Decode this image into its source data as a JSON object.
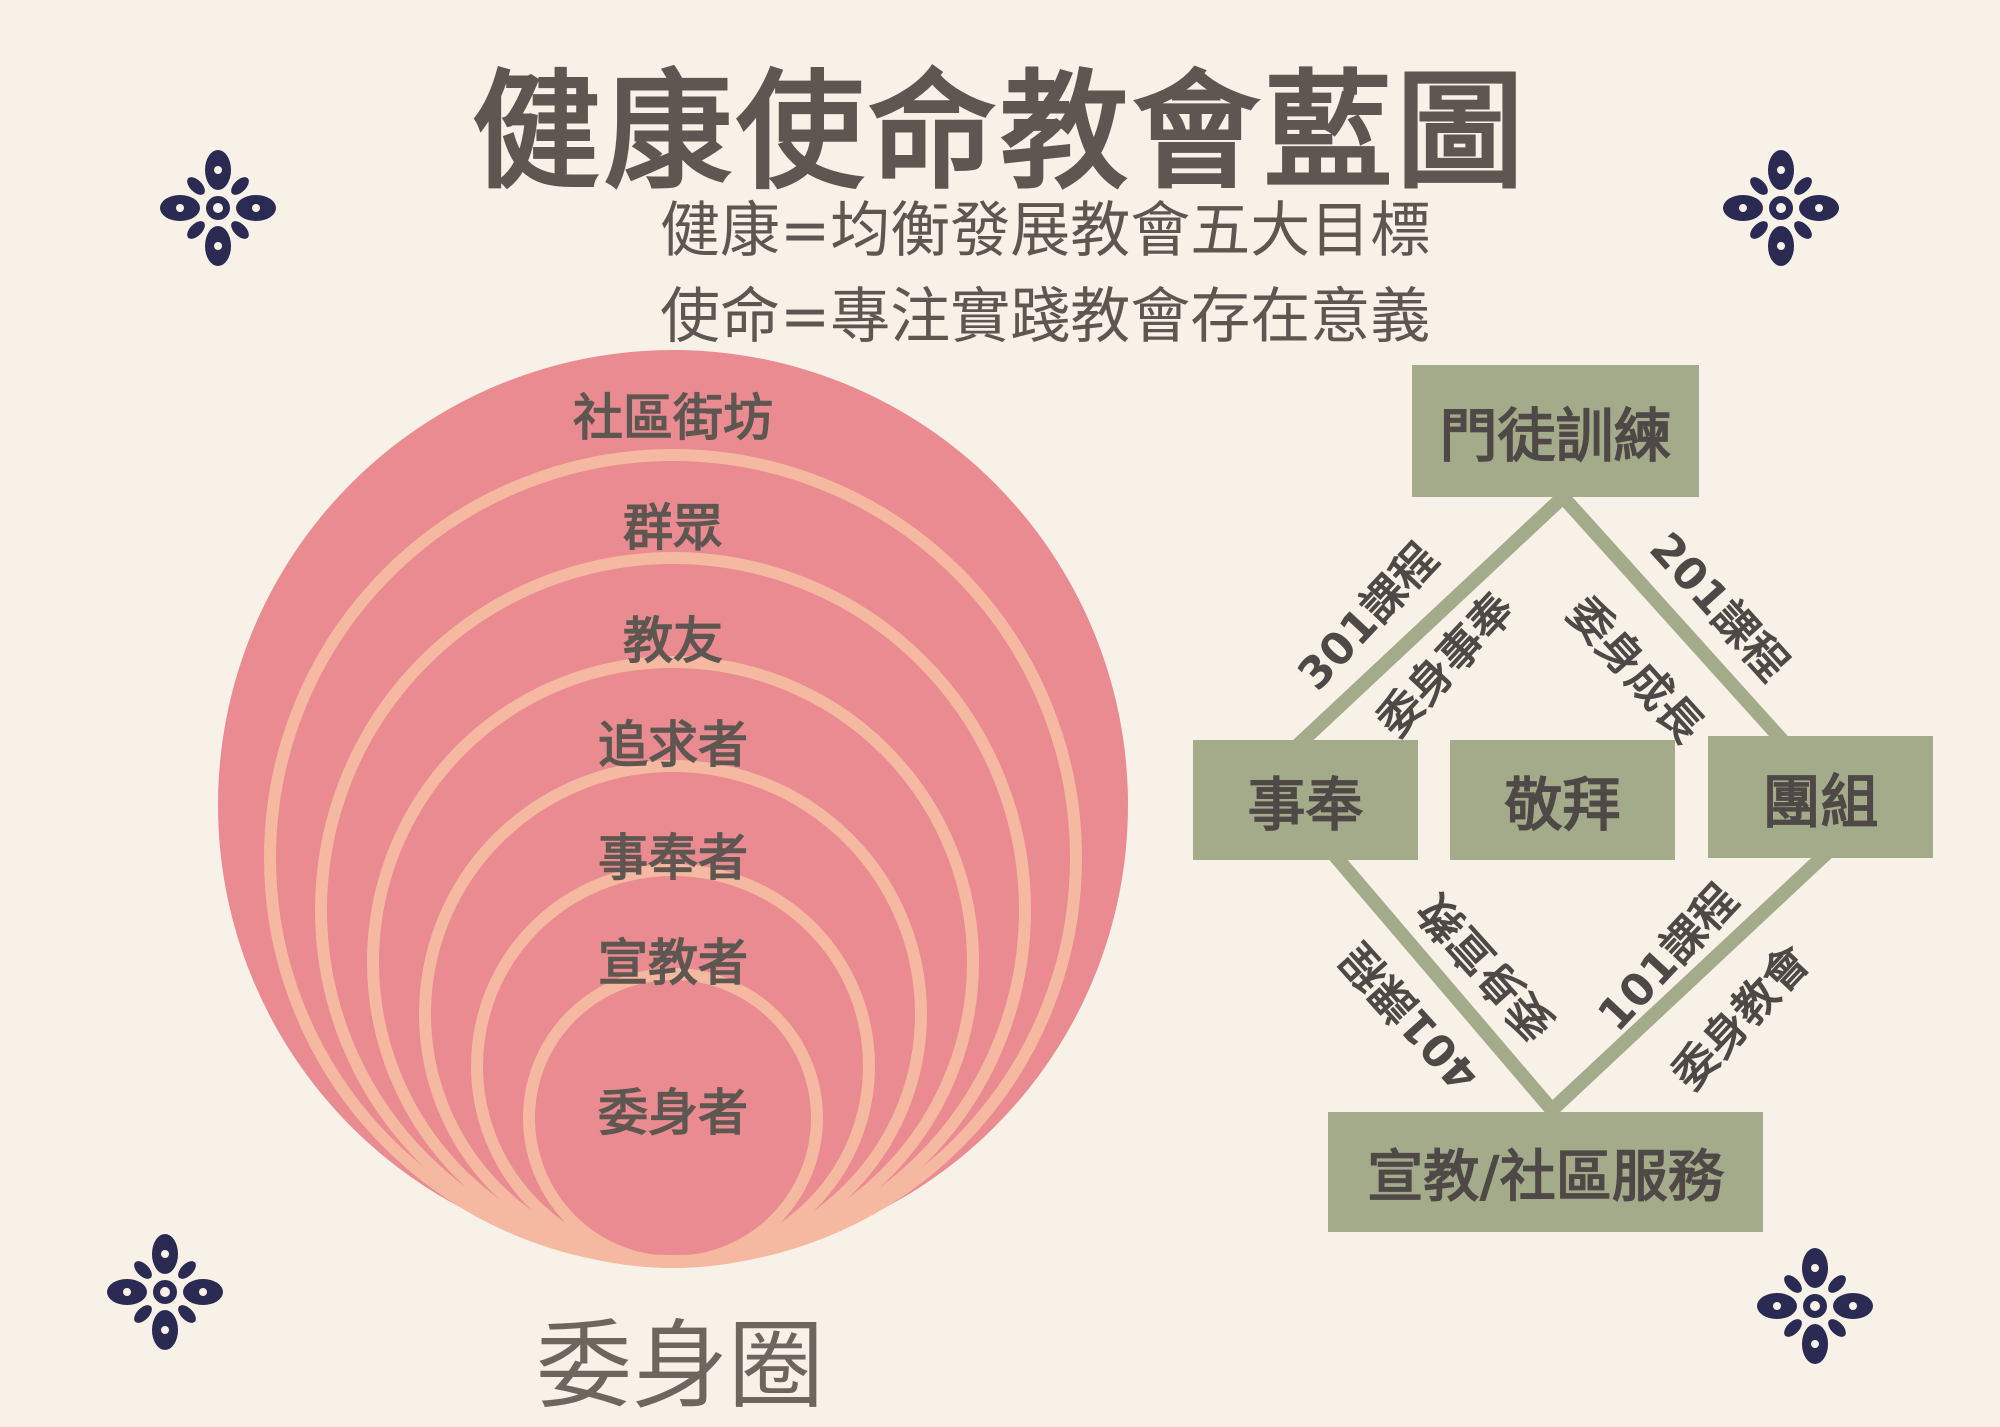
{
  "title": "健康使命教會藍圖",
  "subtitles": [
    "健康=均衡發展教會五大目標",
    "使命=專注實踐教會存在意義"
  ],
  "colors": {
    "background": "#f8f1e8",
    "circle_fill": "#e98b91",
    "ring": "#f4b9a0",
    "box": "#a4ab8b",
    "text": "#5e5651",
    "ornament": "#2b2a52"
  },
  "circle_diagram": {
    "caption": "委身圈",
    "rings": [
      "社區街坊",
      "群眾",
      "教友",
      "追求者",
      "事奉者",
      "宣教者",
      "委身者"
    ]
  },
  "diamond": {
    "nodes": {
      "top": "門徒訓練",
      "left": "事奉",
      "center": "敬拜",
      "right": "團組",
      "bottom": "宣教/社區服務"
    },
    "edges": {
      "top_left": {
        "course": "301課程",
        "label": "委身事奉"
      },
      "top_right": {
        "course": "201課程",
        "label": "委身成長"
      },
      "bottom_left": {
        "course": "401課程",
        "label": "委身宣教"
      },
      "bottom_right": {
        "course": "101課程",
        "label": "委身教會"
      }
    }
  },
  "ornaments": [
    "flower-ornament-icon",
    "flower-ornament-icon",
    "flower-ornament-icon",
    "flower-ornament-icon"
  ]
}
